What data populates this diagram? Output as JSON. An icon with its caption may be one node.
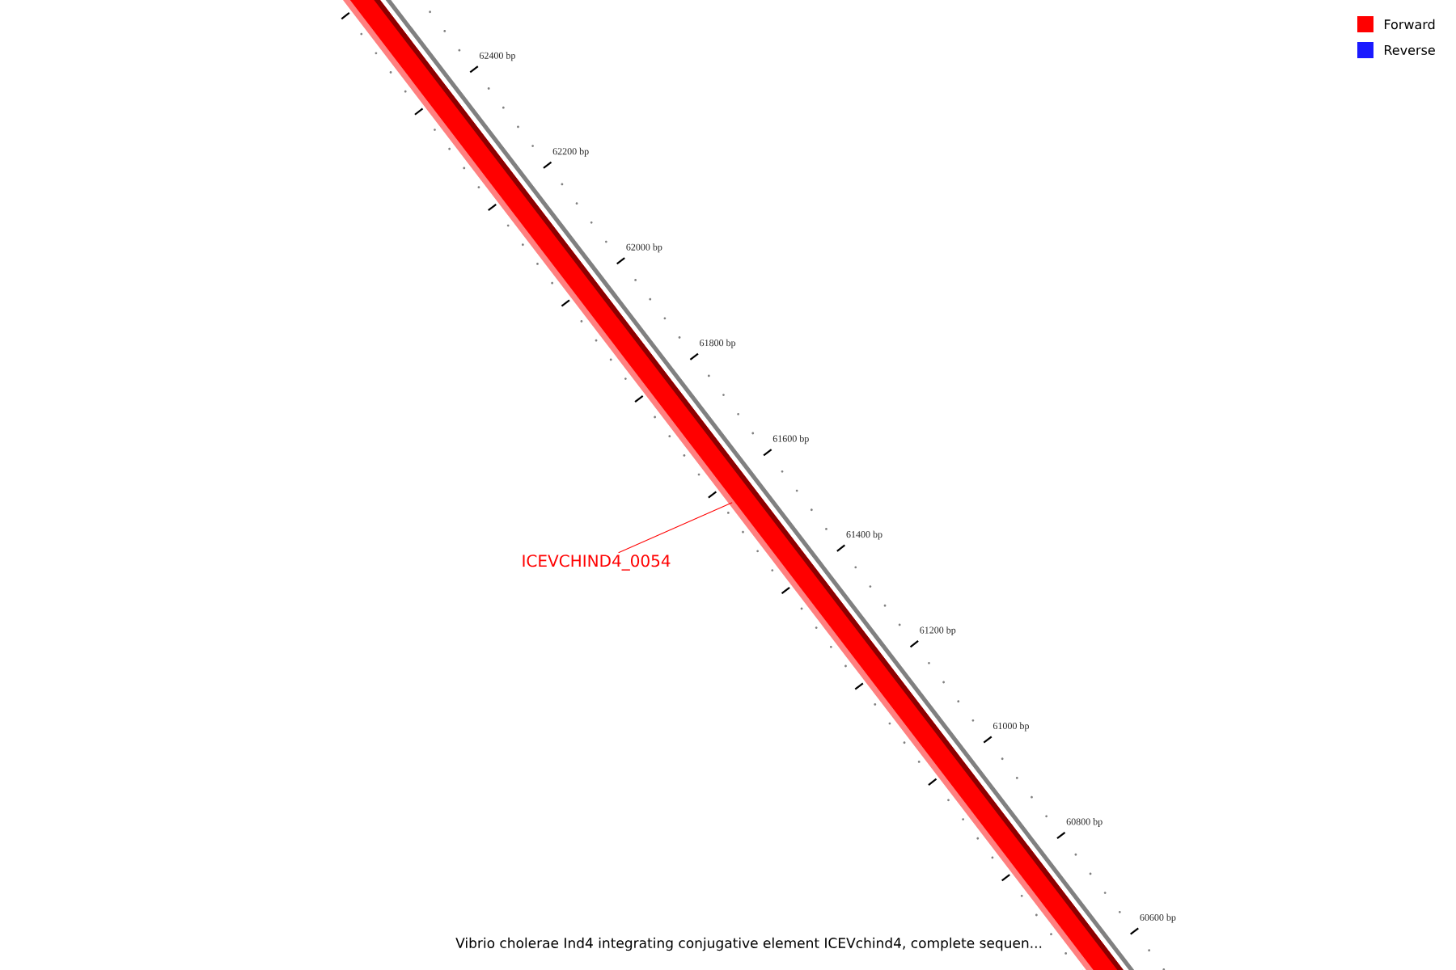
{
  "diagram": {
    "caption": "Vibrio cholerae Ind4 integrating conjugative element ICEVchind4, complete sequen...",
    "nodes": [
      {
        "text": [],
        "shape": "bar"
      },
      {
        "text": [
          "ICEVCHIND4_0054"
        ]
      }
    ],
    "edges": [
      {
        "from": 1,
        "to": 0,
        "arrow": "none"
      }
    ],
    "labels": [
      "62400 bp",
      "62200 bp",
      "62000 bp",
      "61800 bp",
      "61600 bp",
      "61400 bp",
      "61200 bp",
      "61000 bp",
      "60800 bp",
      "60600 bp"
    ],
    "legend": [
      {
        "text": "Forward",
        "color": "#ff0000"
      },
      {
        "text": "Reverse",
        "color": "#1a1aff"
      }
    ]
  }
}
